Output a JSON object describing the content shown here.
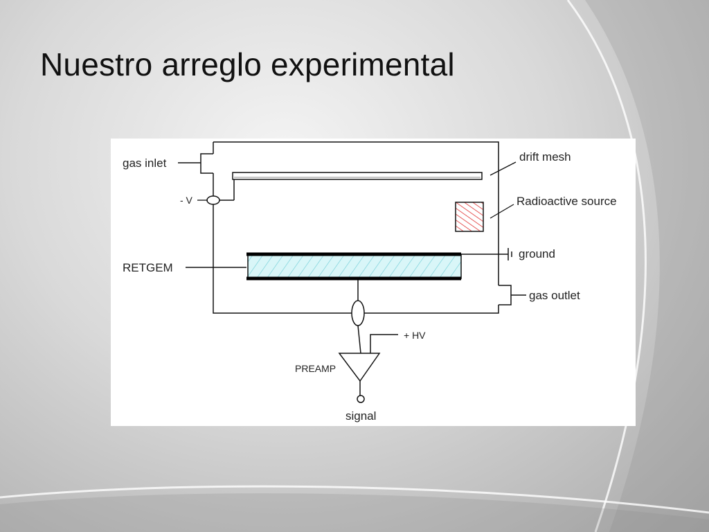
{
  "slide": {
    "title": "Nuestro arreglo experimental"
  },
  "diagram": {
    "labels": {
      "gas_inlet": "gas inlet",
      "minus_v": "- V",
      "retgem": "RETGEM",
      "drift_mesh": "drift mesh",
      "radioactive_source": "Radioactive source",
      "ground": "ground",
      "gas_outlet": "gas outlet",
      "plus_hv": "+ HV",
      "preamp": "PREAMP",
      "signal": "signal"
    },
    "colors": {
      "retgem_fill": "#d9f6f8",
      "retgem_hatch": "#7fd4dc",
      "source_hatch": "#e03030",
      "line": "#111111"
    }
  }
}
